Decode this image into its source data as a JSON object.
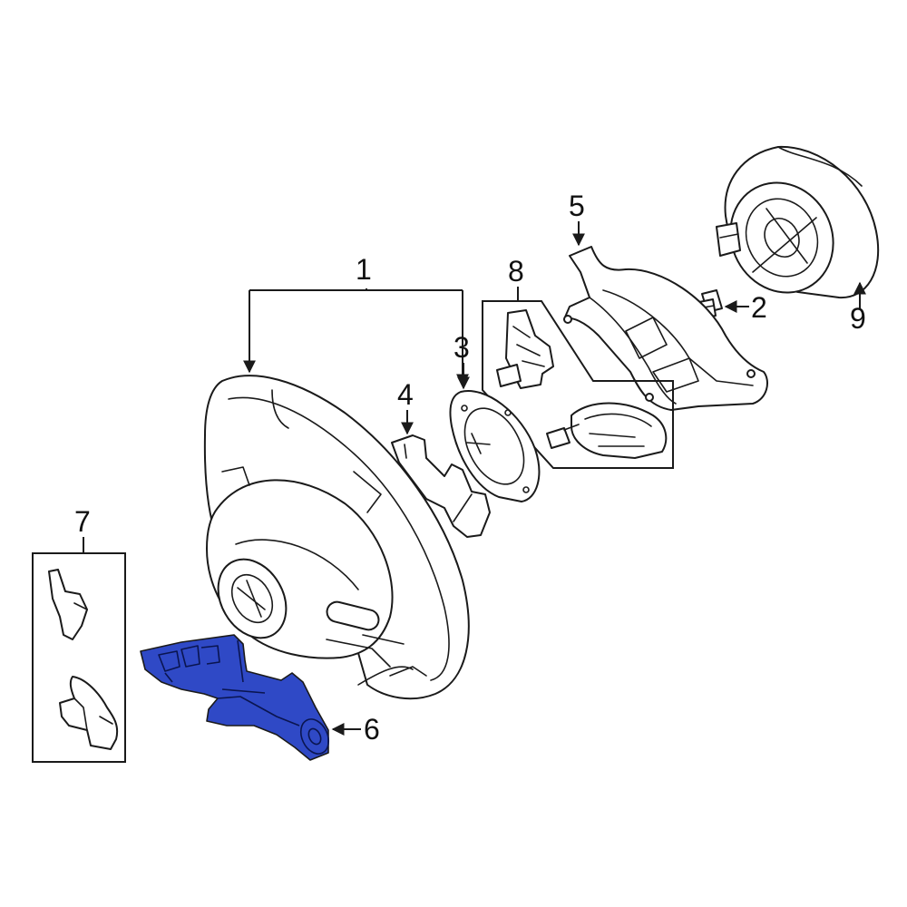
{
  "colors": {
    "highlight": "#2f49c6",
    "line": "#1a1a1a",
    "background": "#ffffff"
  },
  "callouts": {
    "c1": "1",
    "c2": "2",
    "c3": "3",
    "c4": "4",
    "c5": "5",
    "c6": "6",
    "c7": "7",
    "c8": "8",
    "c9": "9"
  },
  "highlighted_part": "6"
}
